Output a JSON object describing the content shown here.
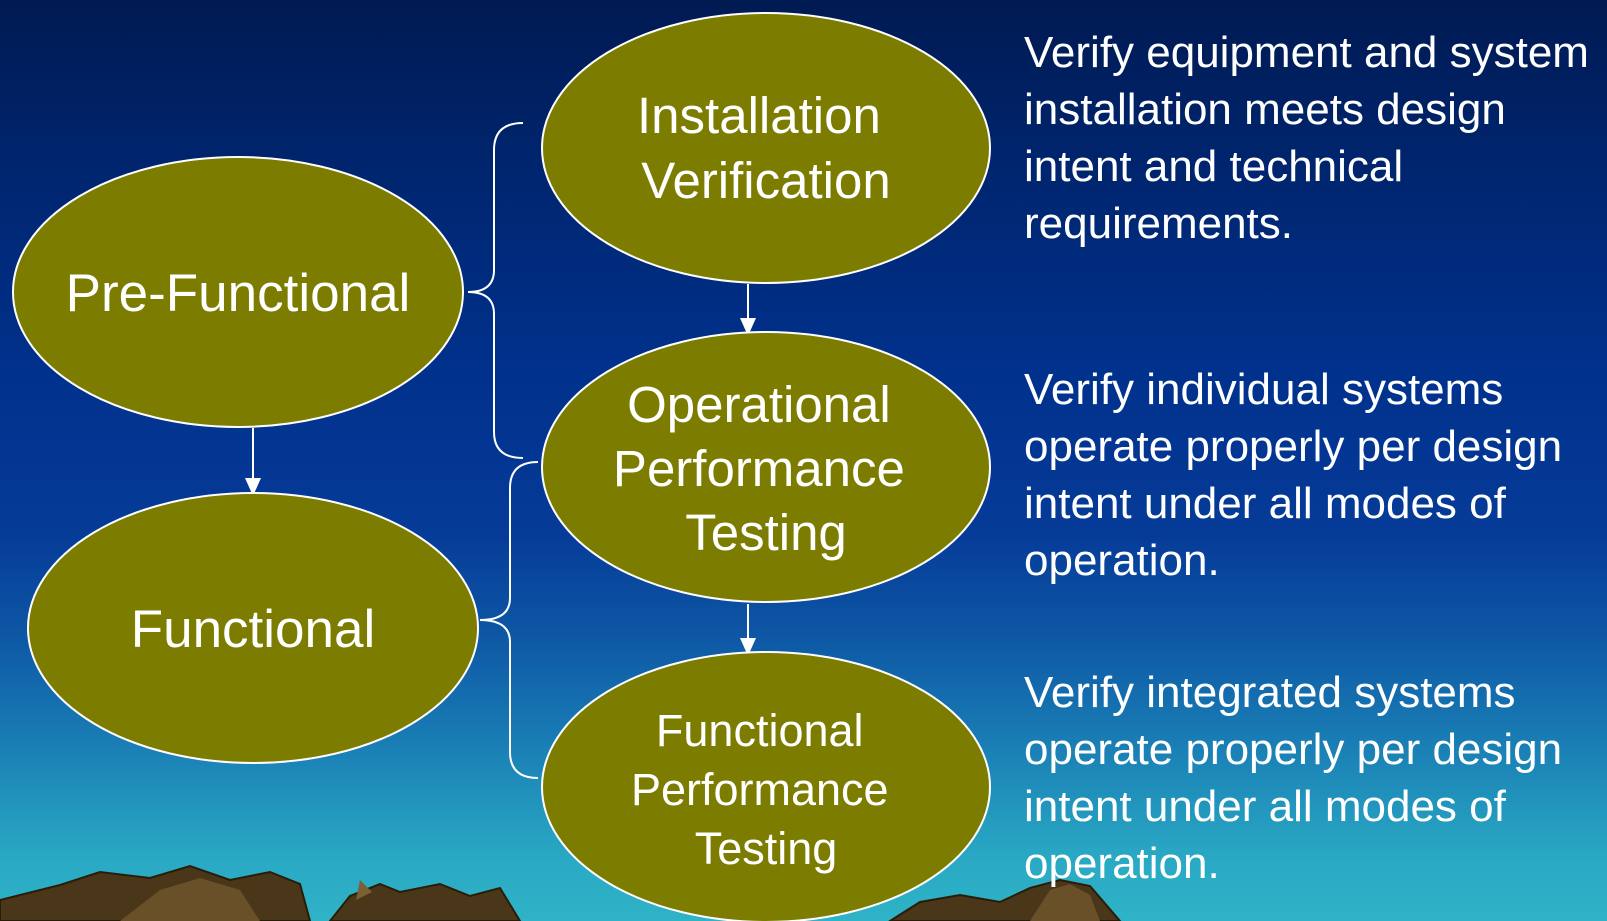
{
  "colors": {
    "ellipse_fill": "#7c7c00",
    "ellipse_stroke": "#ffffff",
    "text": "#ffffff",
    "connector": "#ffffff",
    "mountain": "#5a4320"
  },
  "phases": {
    "pre_functional": {
      "label": "Pre-Functional"
    },
    "functional": {
      "label": "Functional"
    }
  },
  "steps": {
    "installation": {
      "lines": [
        "Installation",
        "Verification"
      ],
      "description": "Verify equipment and system installation meets design intent and technical requirements."
    },
    "operational": {
      "lines": [
        "Operational",
        "Performance",
        "Testing"
      ],
      "description": "Verify individual systems operate properly per design intent under all modes of operation."
    },
    "functional_perf": {
      "lines": [
        "Functional",
        "Performance",
        "Testing"
      ],
      "description": "Verify integrated systems operate properly per design intent under all modes of operation."
    }
  }
}
